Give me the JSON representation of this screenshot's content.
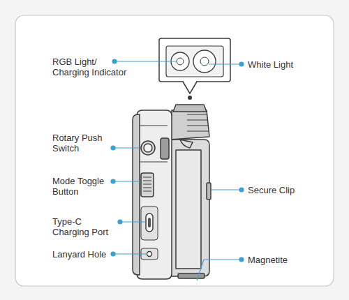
{
  "diagram": {
    "labels": [
      "RGB Light/ Charging Indicator",
      "White Light",
      "Rotary Push Switch",
      "Mode Toggle Button",
      "Type-C Charging Port",
      "Lanyard Hole",
      "Secure Clip",
      "Magnetite"
    ]
  }
}
